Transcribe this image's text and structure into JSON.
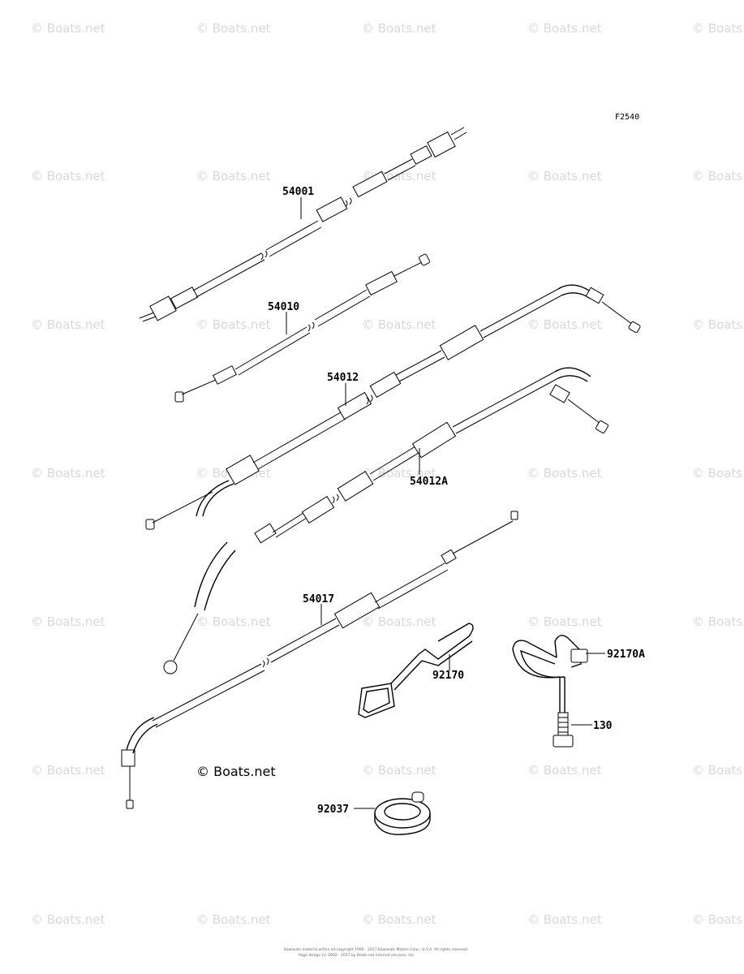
{
  "figure_code": "F2540",
  "watermark_text": "© Boats.net",
  "brand_mark": "© Boats.net",
  "part_labels": {
    "p54001": "54001",
    "p54010": "54010",
    "p54012": "54012",
    "p54012A": "54012A",
    "p54017": "54017",
    "p92170": "92170",
    "p92170A": "92170A",
    "p130": "130",
    "p92037": "92037"
  },
  "footer": {
    "line1": "Kawasaki material within all copyright 1995 - 2017 Kawasaki Motors Corp., U.S.A. All rights reserved.",
    "line2": "Page design (c) 2002 - 2017 by Boats.net internet services, Inc."
  }
}
